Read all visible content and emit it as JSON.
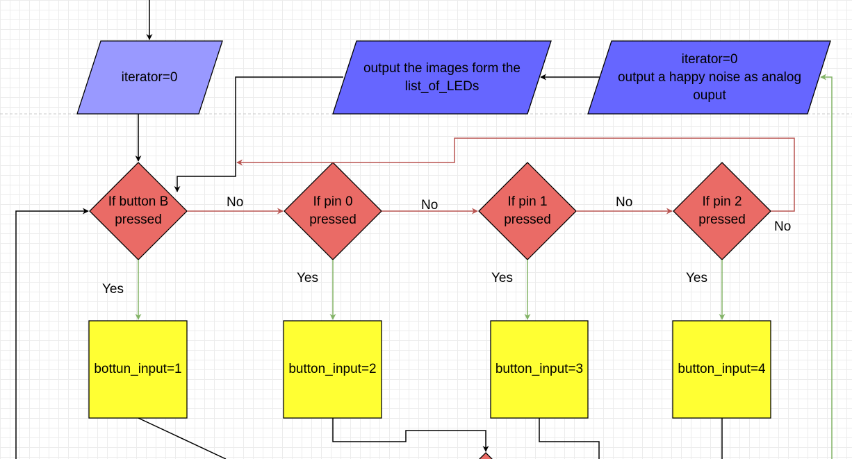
{
  "nodes": {
    "iterator_start": {
      "text": "iterator=0",
      "color": "#9999ff"
    },
    "output_images": {
      "line1": "output the images form the",
      "line2": "list_of_LEDs",
      "color": "#6666ff"
    },
    "happy_noise": {
      "line1": "iterator=0",
      "line2": "output a happy noise as analog",
      "line3": "ouput",
      "color": "#6666ff"
    },
    "if_button_b": {
      "line1": "If button B",
      "line2": "pressed",
      "color": "#ea6b66"
    },
    "if_pin_0": {
      "line1": "If pin 0",
      "line2": "pressed",
      "color": "#ea6b66"
    },
    "if_pin_1": {
      "line1": "If pin 1",
      "line2": "pressed",
      "color": "#ea6b66"
    },
    "if_pin_2": {
      "line1": "If pin 2",
      "line2": "pressed",
      "color": "#ea6b66"
    },
    "assign_1": {
      "text": "bottun_input=1",
      "color": "#ffff33"
    },
    "assign_2": {
      "text": "button_input=2",
      "color": "#ffff33"
    },
    "assign_3": {
      "text": "button_input=3",
      "color": "#ffff33"
    },
    "assign_4": {
      "text": "button_input=4",
      "color": "#ffff33"
    }
  },
  "edge_labels": {
    "no_1": "No",
    "no_2": "No",
    "no_3": "No",
    "no_4": "No",
    "yes_1": "Yes",
    "yes_2": "Yes",
    "yes_3": "Yes",
    "yes_4": "Yes"
  },
  "colors": {
    "no_edge": "#b85450",
    "yes_edge": "#82b366",
    "default_edge": "#000000"
  }
}
